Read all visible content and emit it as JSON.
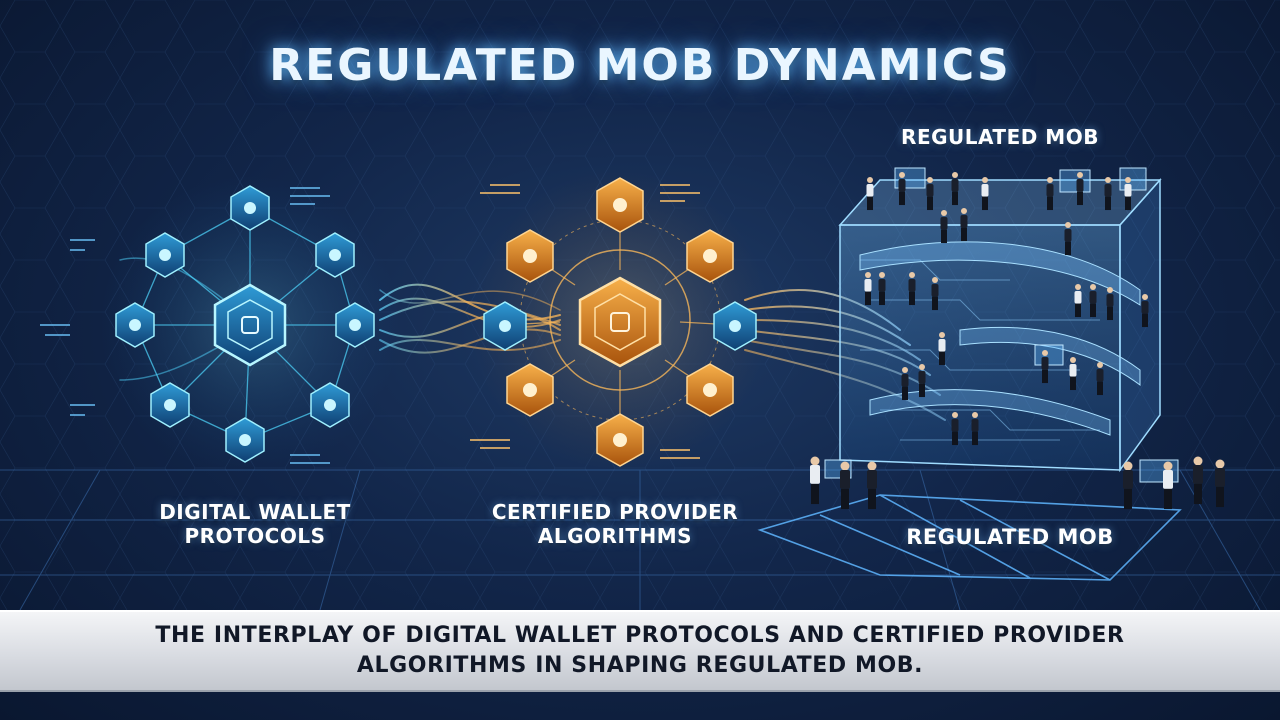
{
  "title": "REGULATED MOB DYNAMICS",
  "labels": {
    "wallet": "DIGITAL WALLET PROTOCOLS",
    "provider": "CERTIFIED PROVIDER ALGORITHMS",
    "mob_top": "REGULATED MOB",
    "mob_bottom": "REGULATED MOB"
  },
  "caption": "THE INTERPLAY OF DIGITAL WALLET PROTOCOLS AND CERTIFIED PROVIDER ALGORITHMS IN SHAPING REGULATED MOB.",
  "colors": {
    "background": "#12264a",
    "wallet_network": "#4fd8ff",
    "provider_network": "#f2a93b",
    "mob_cube": "#7cc4ff",
    "caption_band": "#d9dce2",
    "caption_text": "#111827"
  },
  "icons": {
    "wallet_nodes": "hexagon-node-icon",
    "provider_nodes": "hexagon-node-icon",
    "people": "person-icon"
  }
}
